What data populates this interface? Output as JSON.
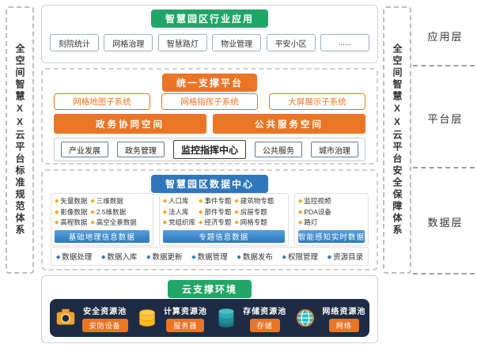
{
  "colors": {
    "green": "#21a667",
    "orange": "#ec7425",
    "blue": "#2e77bc",
    "navy": "#1e2b44"
  },
  "left_bar": {
    "text": "全空间智慧XX云平台标准规范体系"
  },
  "right_bar": {
    "text": "全空间智慧XX云平台安全保障体系"
  },
  "layer_labels": {
    "app": "应用层",
    "platform": "平台层",
    "data": "数据层"
  },
  "app_section": {
    "title": "智慧园区行业应用",
    "items": [
      "刻院统计",
      "网格治理",
      "智慧路灯",
      "物业管理",
      "平安小区",
      "......"
    ]
  },
  "platform_section": {
    "title": "统一支撑平台",
    "subsystems": [
      "网格地图子系统",
      "网格指挥子系统",
      "大屏展示子系统"
    ],
    "spaces": [
      "政务协同空间",
      "公共服务空间"
    ],
    "modules": [
      "产业发展",
      "政务管理",
      "监控指挥中心",
      "公共服务",
      "城市治理"
    ]
  },
  "data_section": {
    "title": "智慧园区数据中心",
    "groups": [
      {
        "columns": [
          [
            "矢量数据",
            "影像数据",
            "高程数据"
          ],
          [
            "三维数据",
            "2.5维数据",
            "高空全景数据"
          ]
        ],
        "bar": "基础地理信息数据"
      },
      {
        "columns": [
          [
            "人口库",
            "法人库",
            "党组织库"
          ],
          [
            "事件专题",
            "部件专题",
            "经济专题"
          ],
          [
            "建筑物专题",
            "房屋专题",
            "网格专题"
          ]
        ],
        "bar": "专题信息数据"
      },
      {
        "columns": [
          [
            "监控视频",
            "PDA设备",
            "路灯"
          ]
        ],
        "bar": "智能感知实时数据"
      }
    ],
    "functions": [
      "数据处理",
      "数据入库",
      "数据更新",
      "数据管理",
      "数据发布",
      "权限管理",
      "资源目录"
    ]
  },
  "cloud_section": {
    "title": "云支撑环境",
    "pools": [
      {
        "name": "安全资源池",
        "device": "安防设备",
        "icon": "camera-icon"
      },
      {
        "name": "计算资源池",
        "device": "服务器",
        "icon": "coins-icon"
      },
      {
        "name": "存储资源池",
        "device": "存储",
        "icon": "database-icon"
      },
      {
        "name": "网络资源池",
        "device": "网络",
        "icon": "globe-icon"
      }
    ]
  }
}
